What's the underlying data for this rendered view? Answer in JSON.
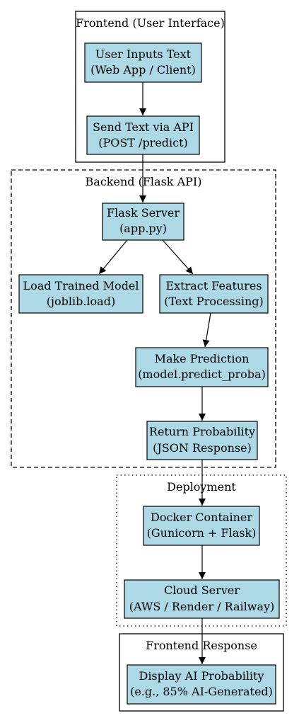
{
  "colors": {
    "node_fill": "#add8e6",
    "stroke": "#000000",
    "background": "#ffffff"
  },
  "clusters": {
    "frontend": {
      "title": "Frontend (User Interface)",
      "border": "solid"
    },
    "backend": {
      "title": "Backend (Flask API)",
      "border": "dashed"
    },
    "deployment": {
      "title": "Deployment",
      "border": "dotted"
    },
    "response": {
      "title": "Frontend Response",
      "border": "solid"
    }
  },
  "nodes": {
    "user_inputs_text": {
      "line1": "User Inputs Text",
      "line2": "(Web App / Client)"
    },
    "send_text_via_api": {
      "line1": "Send Text via API",
      "line2": "(POST /predict)"
    },
    "flask_server": {
      "line1": "Flask Server",
      "line2": "(app.py)"
    },
    "load_trained_model": {
      "line1": "Load Trained Model",
      "line2": "(joblib.load)"
    },
    "extract_features": {
      "line1": "Extract Features",
      "line2": "(Text Processing)"
    },
    "make_prediction": {
      "line1": "Make Prediction",
      "line2": "(model.predict_proba)"
    },
    "return_probability": {
      "line1": "Return Probability",
      "line2": "(JSON Response)"
    },
    "docker_container": {
      "line1": "Docker Container",
      "line2": "(Gunicorn + Flask)"
    },
    "cloud_server": {
      "line1": "Cloud Server",
      "line2": "(AWS / Render / Railway)"
    },
    "display_ai_probability": {
      "line1": "Display AI Probability",
      "line2": "(e.g., 85% AI-Generated)"
    }
  },
  "edges": [
    {
      "from": "user_inputs_text",
      "to": "send_text_via_api"
    },
    {
      "from": "send_text_via_api",
      "to": "flask_server"
    },
    {
      "from": "flask_server",
      "to": "load_trained_model"
    },
    {
      "from": "flask_server",
      "to": "extract_features"
    },
    {
      "from": "extract_features",
      "to": "make_prediction"
    },
    {
      "from": "make_prediction",
      "to": "return_probability"
    },
    {
      "from": "return_probability",
      "to": "docker_container"
    },
    {
      "from": "docker_container",
      "to": "cloud_server"
    },
    {
      "from": "cloud_server",
      "to": "display_ai_probability"
    }
  ]
}
